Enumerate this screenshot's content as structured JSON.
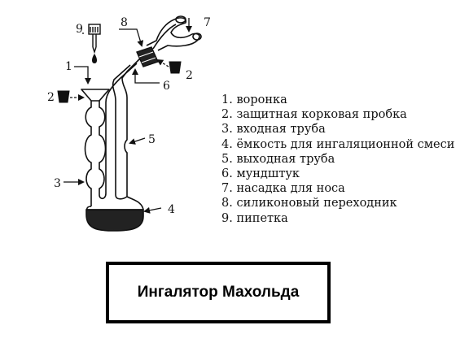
{
  "diagram": {
    "callouts": {
      "n9": "9",
      "n8": "8",
      "n7": "7",
      "n1": "1",
      "n2_left": "2",
      "n2_right": "2",
      "n6": "6",
      "n5": "5",
      "n3": "3",
      "n4": "4"
    },
    "legend": [
      {
        "num": "1.",
        "text": "воронка"
      },
      {
        "num": "2.",
        "text": "защитная корковая пробка"
      },
      {
        "num": "3.",
        "text": "входная труба"
      },
      {
        "num": "4.",
        "text": "ёмкость для ингаляционной смеси"
      },
      {
        "num": "5.",
        "text": "выходная труба"
      },
      {
        "num": "6.",
        "text": "мундштук"
      },
      {
        "num": "7.",
        "text": "насадка для носа"
      },
      {
        "num": "8.",
        "text": "силиконовый переходник"
      },
      {
        "num": "9.",
        "text": "пипетка"
      }
    ]
  },
  "title": "Ингалятор Махольда",
  "colors": {
    "line": "#111111",
    "liquid": "#222222"
  }
}
